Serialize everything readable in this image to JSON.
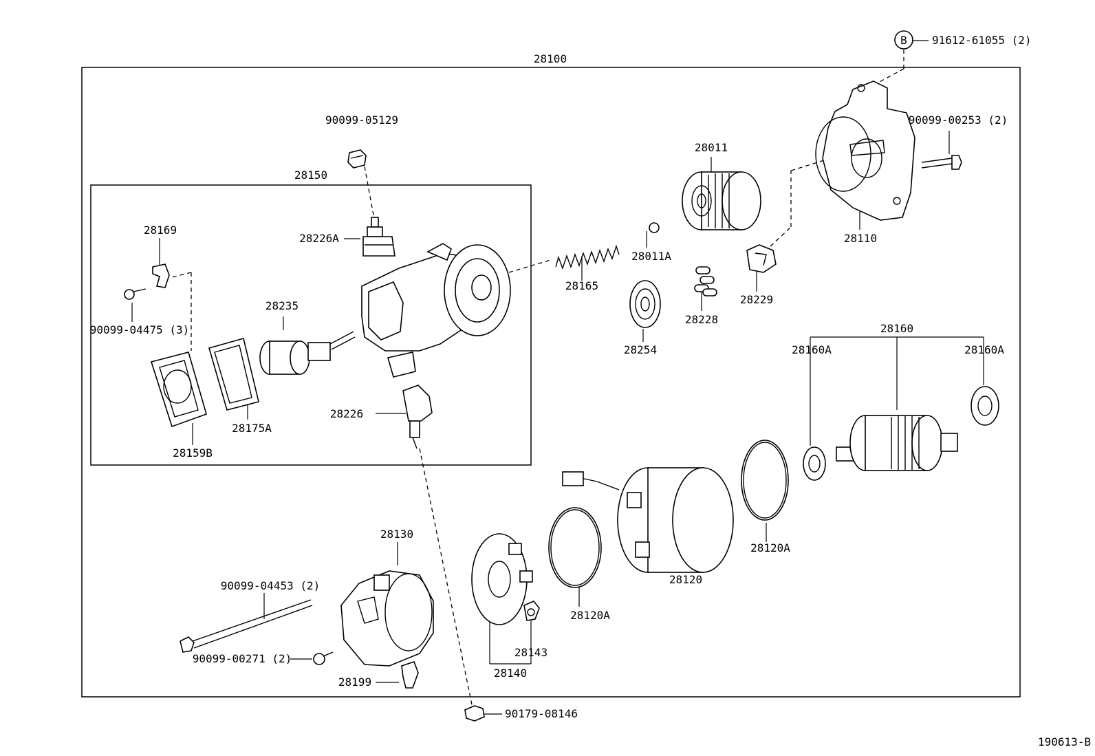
{
  "diagram_code": "190613-B",
  "labels": {
    "l28100": "28100",
    "l28150": "28150",
    "l91612": "91612-61055 (2)",
    "callout_b": "B",
    "l90099_05129": "90099-05129",
    "l28169": "28169",
    "l28226A": "28226A",
    "l90099_04475": "90099-04475 (3)",
    "l28235": "28235",
    "l28159B": "28159B",
    "l28175A": "28175A",
    "l28226": "28226",
    "l28011": "28011",
    "l28011A": "28011A",
    "l28165": "28165",
    "l28254": "28254",
    "l28228": "28228",
    "l28229": "28229",
    "l90099_00253": "90099-00253 (2)",
    "l28110": "28110",
    "l28160": "28160",
    "l28160A_left": "28160A",
    "l28160A_right": "28160A",
    "l28130": "28130",
    "l90099_04453": "90099-04453 (2)",
    "l90099_00271": "90099-00271 (2)",
    "l28199": "28199",
    "l28143": "28143",
    "l28140": "28140",
    "l28120A_mid": "28120A",
    "l28120": "28120",
    "l28120A_right": "28120A",
    "l90179_08146": "90179-08146"
  }
}
